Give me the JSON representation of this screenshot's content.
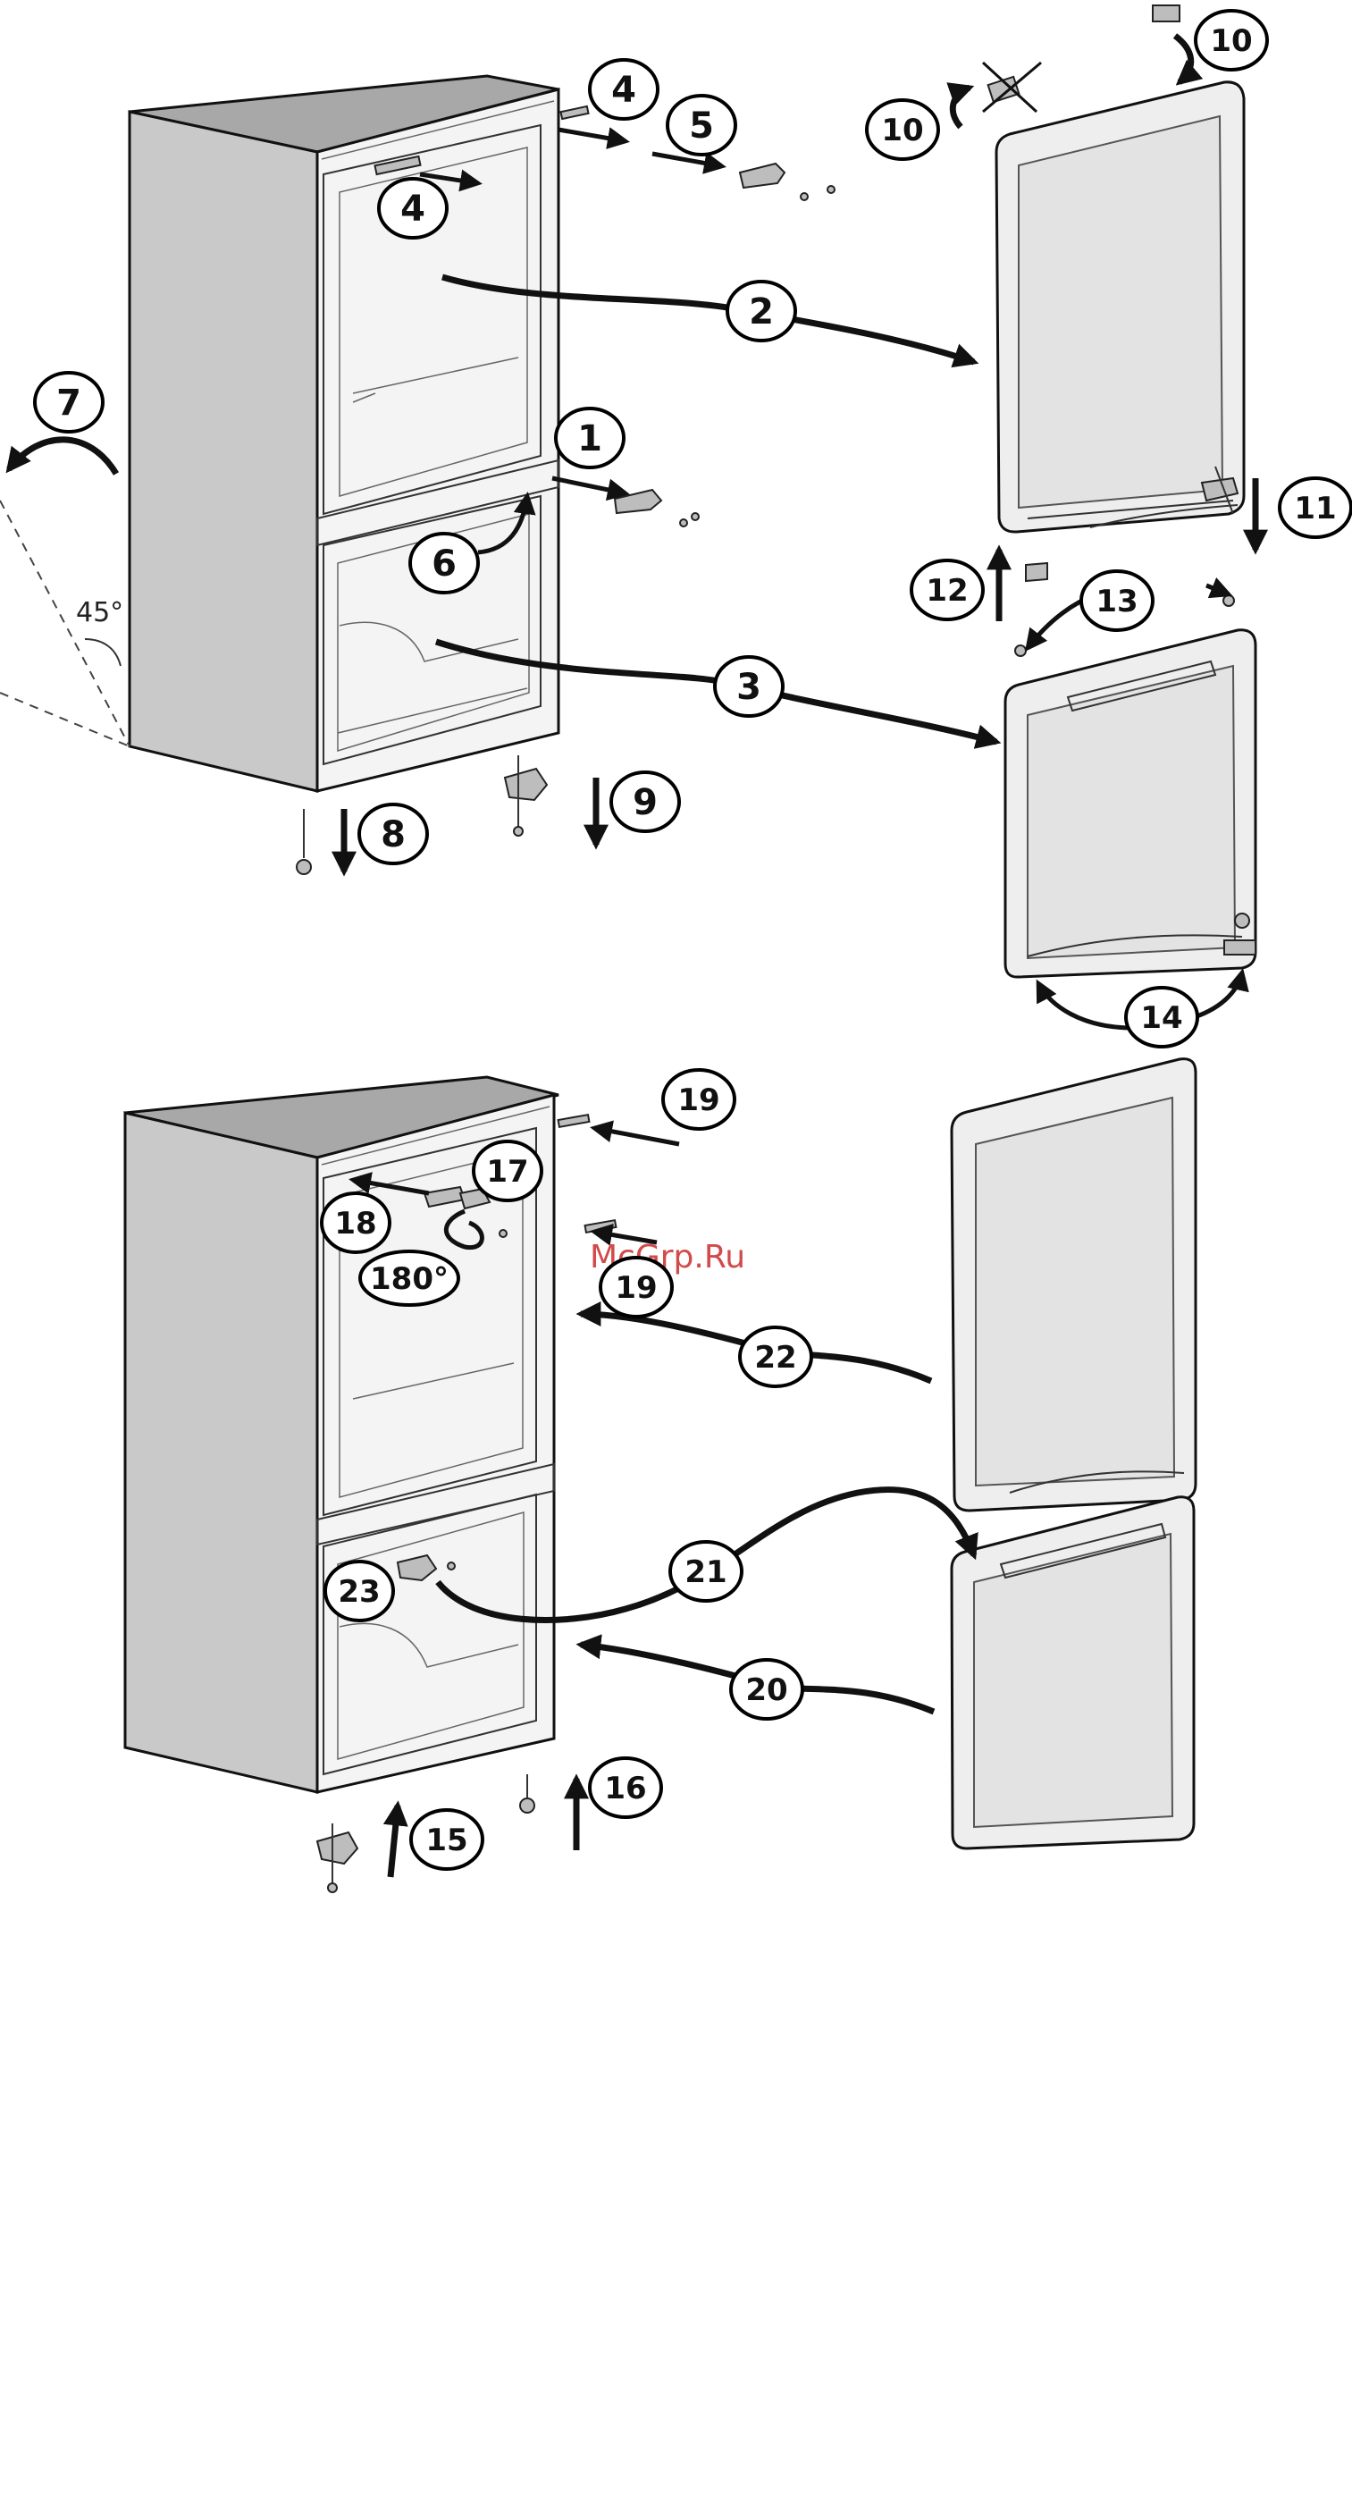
{
  "callouts": {
    "c1": "1",
    "c2": "2",
    "c3": "3",
    "c4a": "4",
    "c4b": "4",
    "c5": "5",
    "c6": "6",
    "c7": "7",
    "c8": "8",
    "c9": "9",
    "c10a": "10",
    "c10b": "10",
    "c11": "11",
    "c12": "12",
    "c13": "13",
    "c14": "14",
    "c15": "15",
    "c16": "16",
    "c17": "17",
    "c18": "18",
    "c19a": "19",
    "c19b": "19",
    "c20": "20",
    "c21": "21",
    "c22": "22",
    "c23": "23"
  },
  "labels": {
    "angle": "45°",
    "rotation": "180°"
  },
  "watermark": "McGrp.Ru",
  "colors": {
    "ink": "#111111",
    "watermark": "#d24a4a",
    "cabinet_side": "#c9c9c9",
    "cabinet_top": "#a8a8a8"
  }
}
